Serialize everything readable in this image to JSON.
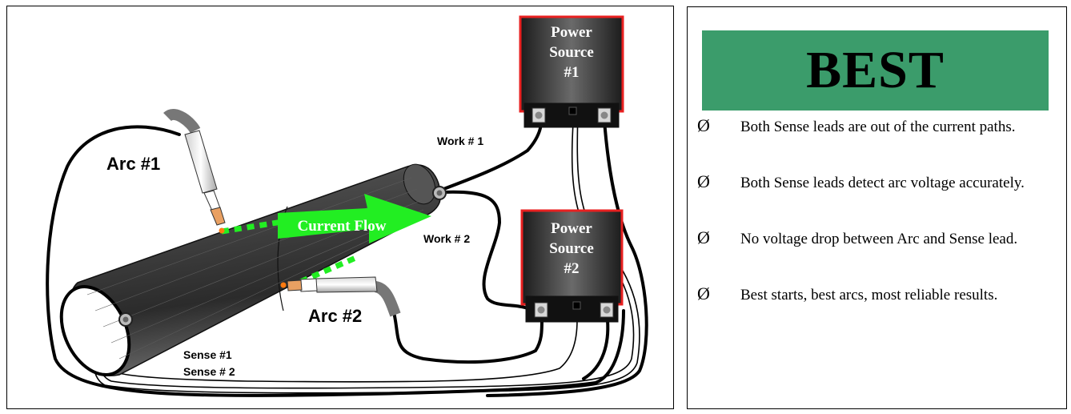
{
  "diagram": {
    "labels": {
      "arc1": "Arc  #1",
      "arc2": "Arc  #2",
      "work1": "Work # 1",
      "work2": "Work # 2",
      "sense1": "Sense  #1",
      "sense2": "Sense # 2",
      "current_flow": "Current Flow"
    },
    "power_source_1": {
      "line1": "Power",
      "line2": "Source",
      "line3": "#1"
    },
    "power_source_2": {
      "line1": "Power",
      "line2": "Source",
      "line3": "#2"
    },
    "colors": {
      "current_arrow": "#22ee22",
      "box_border": "#e82020",
      "box_fill": "#2a2a2a",
      "pipe": "#3a3a3a"
    }
  },
  "panel": {
    "title": "BEST",
    "bullet_symbol": "Ø",
    "banner_color": "#3b9c6b",
    "points": [
      "Both Sense leads are out of the current paths.",
      "Both Sense leads detect arc voltage accurately.",
      "No voltage drop between Arc and Sense lead.",
      "Best starts, best arcs, most reliable results."
    ]
  }
}
